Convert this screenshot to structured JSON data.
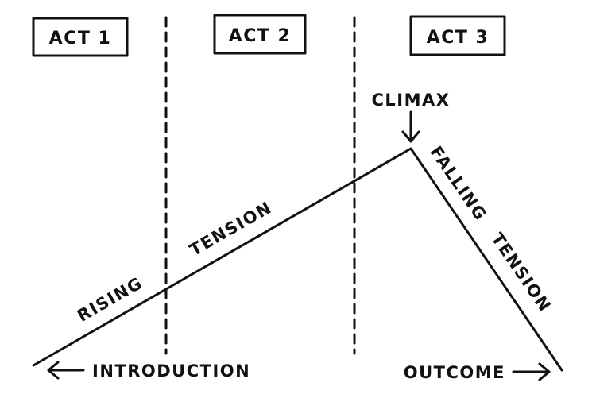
{
  "acts": [
    {
      "label": "ACT 1"
    },
    {
      "label": "ACT 2"
    },
    {
      "label": "ACT 3"
    }
  ],
  "labels": {
    "climax": "CLIMAX",
    "rising": "RISING",
    "tension_rising": "TENSION",
    "falling": "FALLING",
    "tension_falling": "TENSION",
    "introduction": "INTRODUCTION",
    "outcome": "OUTCOME"
  },
  "colors": {
    "ink": "#111111",
    "background": "#ffffff"
  }
}
